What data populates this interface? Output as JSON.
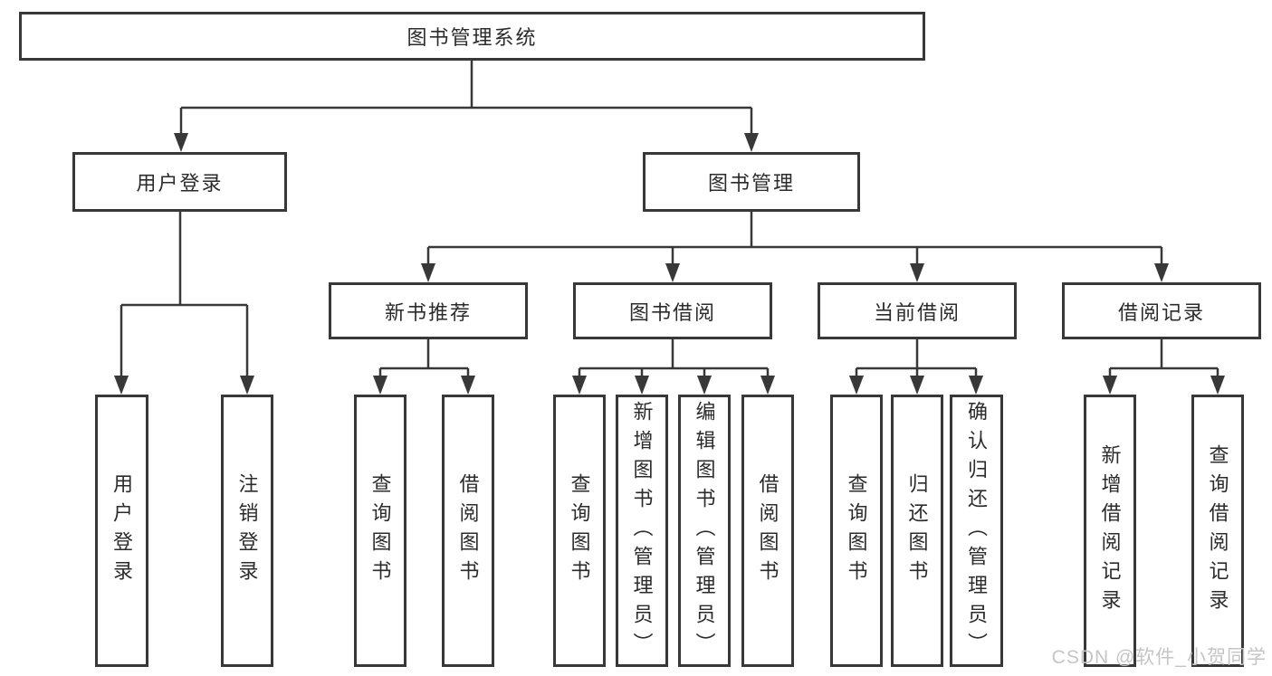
{
  "diagram": {
    "root": {
      "label": "图书管理系统"
    },
    "branches": [
      {
        "label": "用户登录",
        "leaves": [
          {
            "label": "用户登录"
          },
          {
            "label": "注销登录"
          }
        ]
      },
      {
        "label": "图书管理",
        "children": [
          {
            "label": "新书推荐",
            "leaves": [
              {
                "label": "查询图书"
              },
              {
                "label": "借阅图书"
              }
            ]
          },
          {
            "label": "图书借阅",
            "leaves": [
              {
                "label": "查询图书"
              },
              {
                "label": "新增图书（管理员）"
              },
              {
                "label": "编辑图书（管理员）"
              },
              {
                "label": "借阅图书"
              }
            ]
          },
          {
            "label": "当前借阅",
            "leaves": [
              {
                "label": "查询图书"
              },
              {
                "label": "归还图书"
              },
              {
                "label": "确认归还（管理员）"
              }
            ]
          },
          {
            "label": "借阅记录",
            "leaves": [
              {
                "label": "新增借阅记录"
              },
              {
                "label": "查询借阅记录"
              }
            ]
          }
        ]
      }
    ],
    "colors": {
      "line": "#383838",
      "box_border": "#383838",
      "text": "#2b2b2b",
      "background": "#ffffff",
      "watermark": "#c5c5c5"
    }
  },
  "watermark": {
    "text": "CSDN @软件_小贺同学"
  }
}
